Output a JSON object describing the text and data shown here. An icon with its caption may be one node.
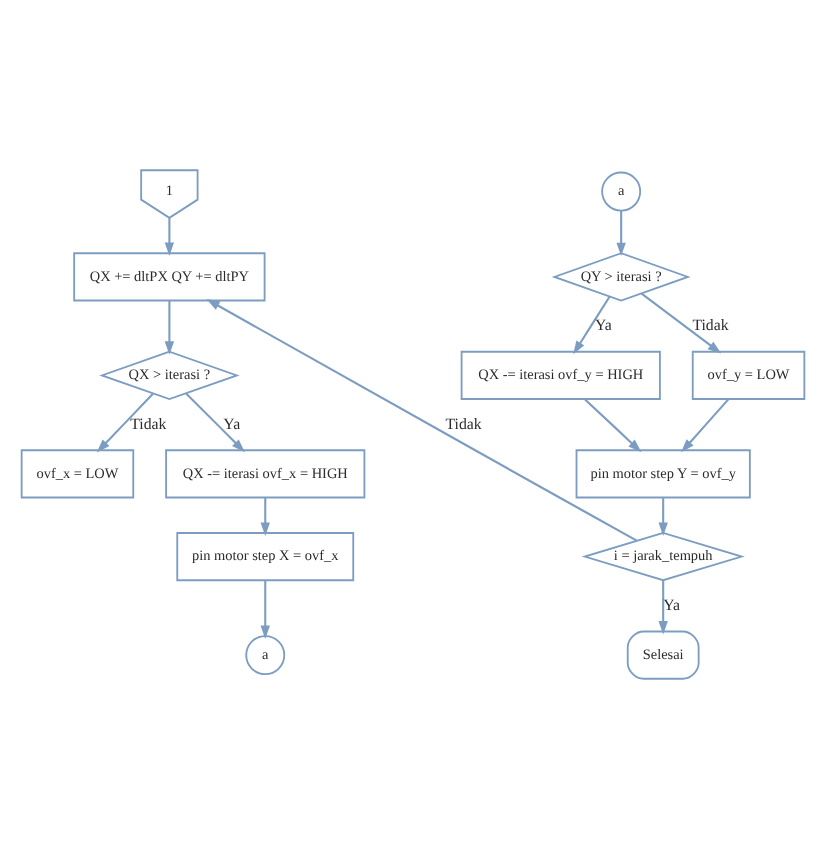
{
  "diagram": {
    "nodes": [
      {
        "text": [
          "1"
        ]
      },
      {
        "text": [
          "QX += dltPX QY += dltPY"
        ]
      },
      {
        "text": [
          "QX > iterasi ?"
        ]
      },
      {
        "text": [
          "ovf_x = LOW"
        ]
      },
      {
        "text": [
          "QX -= iterasi ovf_x = HIGH"
        ]
      },
      {
        "text": [
          "pin motor step X = ovf_x"
        ]
      },
      {
        "text": [
          "a"
        ]
      },
      {
        "text": [
          "a"
        ]
      },
      {
        "text": [
          "QY > iterasi ?"
        ]
      },
      {
        "text": [
          "QX -= iterasi ovf_y = HIGH"
        ]
      },
      {
        "text": [
          "ovf_y = LOW"
        ]
      },
      {
        "text": [
          "pin motor step Y = ovf_y"
        ]
      },
      {
        "text": [
          "i = jarak_tempuh"
        ]
      },
      {
        "text": [
          "Selesai"
        ]
      }
    ],
    "edges": [
      {
        "from": 0,
        "to": 1,
        "arrow": "to"
      },
      {
        "from": 1,
        "to": 2,
        "arrow": "to"
      },
      {
        "from": 2,
        "to": 3,
        "arrow": "to",
        "label": "Tidak"
      },
      {
        "from": 2,
        "to": 4,
        "arrow": "to",
        "label": "Ya"
      },
      {
        "from": 4,
        "to": 5,
        "arrow": "to"
      },
      {
        "from": 5,
        "to": 6,
        "arrow": "to"
      },
      {
        "from": 7,
        "to": 8,
        "arrow": "to"
      },
      {
        "from": 8,
        "to": 9,
        "arrow": "to",
        "label": "Ya"
      },
      {
        "from": 8,
        "to": 10,
        "arrow": "to",
        "label": "Tidak"
      },
      {
        "from": 9,
        "to": 11,
        "arrow": "to"
      },
      {
        "from": 10,
        "to": 11,
        "arrow": "to"
      },
      {
        "from": 11,
        "to": 12,
        "arrow": "to"
      },
      {
        "from": 12,
        "to": 1,
        "arrow": "to",
        "label": "Tidak"
      },
      {
        "from": 12,
        "to": 13,
        "arrow": "to",
        "label": "Ya"
      }
    ]
  }
}
